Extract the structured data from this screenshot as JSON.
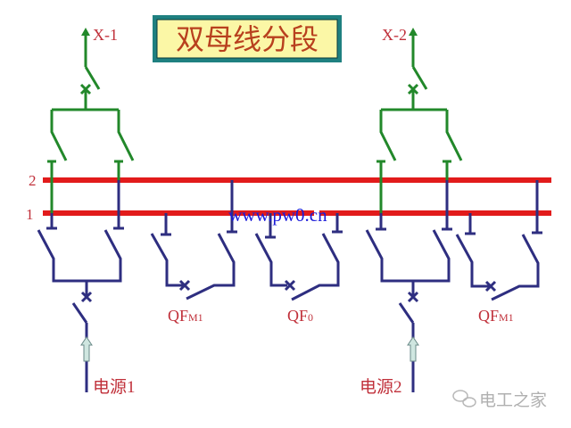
{
  "title": "双母线分段",
  "bus_labels": {
    "bus2": "2",
    "bus1": "1"
  },
  "feeders": {
    "left": "X-1",
    "right": "X-2"
  },
  "sources": {
    "left": "电源1",
    "right": "电源2"
  },
  "breakers": {
    "left_tie": {
      "main": "QF",
      "sub": "M1"
    },
    "section": {
      "main": "QF",
      "sub": "0"
    },
    "right_tie": {
      "main": "QF",
      "sub": "M1"
    }
  },
  "watermark_url": "www.pw0.cn",
  "brand_watermark": "电工之家",
  "colors": {
    "bus": "#e21b1b",
    "feeder": "#22882a",
    "equipment": "#2e2e80",
    "label": "#c0303a",
    "title_bg": "#fbf7a6",
    "title_border": "#1f8080"
  }
}
